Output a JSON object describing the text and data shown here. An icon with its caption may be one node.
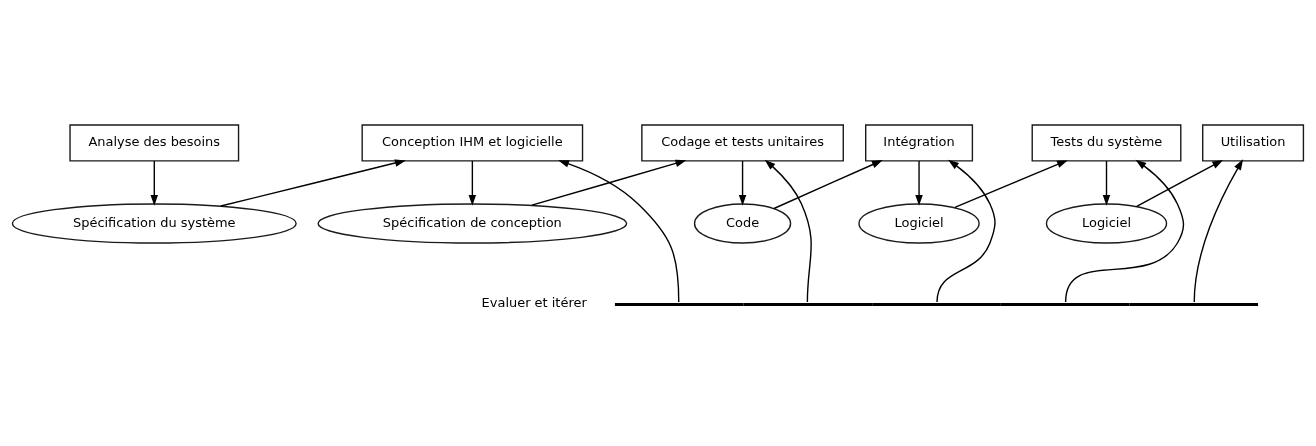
{
  "diagram": {
    "nodes": [
      {
        "text": [
          "Analyse des besoins"
        ]
      },
      {
        "text": [
          "Spécification du système"
        ]
      },
      {
        "text": [
          "Conception IHM et logicielle"
        ]
      },
      {
        "text": [
          "Spécification de conception"
        ]
      },
      {
        "text": [
          "Codage et tests unitaires"
        ]
      },
      {
        "text": [
          "Code"
        ]
      },
      {
        "text": [
          "Intégration"
        ]
      },
      {
        "text": [
          "Logiciel"
        ]
      },
      {
        "text": [
          "Tests du système"
        ]
      },
      {
        "text": [
          "Logiciel"
        ]
      },
      {
        "text": [
          "Utilisation"
        ]
      },
      {
        "text": [],
        "shape": "bar"
      }
    ],
    "edges": [
      {
        "from": 0,
        "to": 1,
        "arrow": "to"
      },
      {
        "from": 1,
        "to": 2,
        "arrow": "to"
      },
      {
        "from": 2,
        "to": 3,
        "arrow": "to"
      },
      {
        "from": 3,
        "to": 4,
        "arrow": "to"
      },
      {
        "from": 4,
        "to": 5,
        "arrow": "to"
      },
      {
        "from": 5,
        "to": 6,
        "arrow": "to"
      },
      {
        "from": 6,
        "to": 7,
        "arrow": "to"
      },
      {
        "from": 7,
        "to": 8,
        "arrow": "to"
      },
      {
        "from": 8,
        "to": 9,
        "arrow": "to"
      },
      {
        "from": 9,
        "to": 10,
        "arrow": "to"
      },
      {
        "from": 11,
        "to": 2,
        "arrow": "to"
      },
      {
        "from": 11,
        "to": 4,
        "arrow": "to"
      },
      {
        "from": 11,
        "to": 6,
        "arrow": "to"
      },
      {
        "from": 11,
        "to": 8,
        "arrow": "to"
      },
      {
        "from": 11,
        "to": 10,
        "arrow": "to"
      }
    ],
    "labels": [
      "Evaluer et itérer"
    ]
  }
}
